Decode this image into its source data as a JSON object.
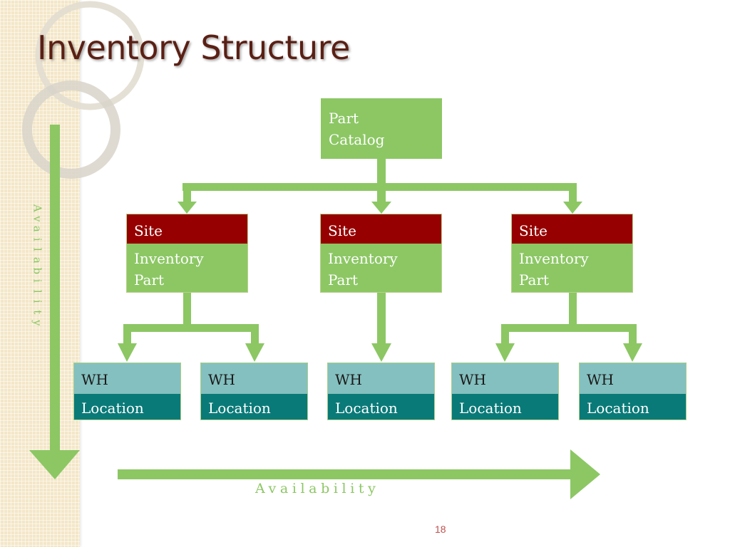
{
  "slide": {
    "title": "Inventory Structure",
    "page_number": "18"
  },
  "diagram": {
    "root": {
      "line1": "Part",
      "line2": "Catalog"
    },
    "sites": [
      {
        "header": "Site",
        "line1": "Inventory",
        "line2": "Part"
      },
      {
        "header": "Site",
        "line1": "Inventory",
        "line2": "Part"
      },
      {
        "header": "Site",
        "line1": "Inventory",
        "line2": "Part"
      }
    ],
    "warehouses": [
      {
        "top": "WH",
        "bottom": "Location"
      },
      {
        "top": "WH",
        "bottom": "Location"
      },
      {
        "top": "WH",
        "bottom": "Location"
      },
      {
        "top": "WH",
        "bottom": "Location"
      },
      {
        "top": "WH",
        "bottom": "Location"
      }
    ],
    "horizontal_axis_label": "Availability",
    "vertical_axis_label": "Availability"
  },
  "colors": {
    "green": "#8cc764",
    "site_red": "#960000",
    "wh_teal_light": "#84c0bf",
    "wh_teal_dark": "#0a7a78",
    "title_brown": "#5a1f14"
  }
}
